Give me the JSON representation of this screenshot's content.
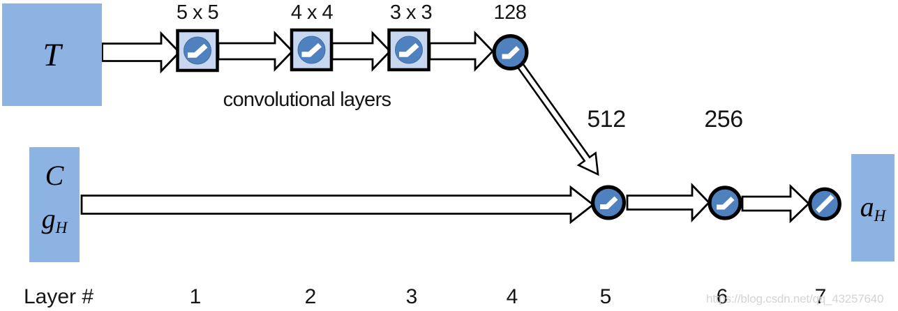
{
  "blocks": {
    "top_input": "T",
    "bottom_input_line1": "C",
    "bottom_input_base": "g",
    "bottom_input_sub": "H",
    "output_base": "a",
    "output_sub": "H"
  },
  "labels": {
    "kernel_1": "5 x 5",
    "kernel_2": "4 x 4",
    "kernel_3": "3 x 3",
    "size_4": "128",
    "size_5": "512",
    "size_6": "256",
    "conv_caption": "convolutional layers"
  },
  "layer_axis": {
    "title": "Layer #",
    "numbers": [
      "1",
      "2",
      "3",
      "4",
      "5",
      "6",
      "7"
    ]
  },
  "watermark": "https://blog.csdn.net/qq_43257640",
  "icons": {
    "hidden_activation": "relu-icon",
    "output_activation": "linear-icon"
  },
  "colors": {
    "block_fill": "#8DB3E2",
    "conv_box_fill": "#C7D7EF",
    "node_fill": "#4E81BD",
    "outline": "#000000",
    "watermark_text": "#D4D4D4"
  }
}
